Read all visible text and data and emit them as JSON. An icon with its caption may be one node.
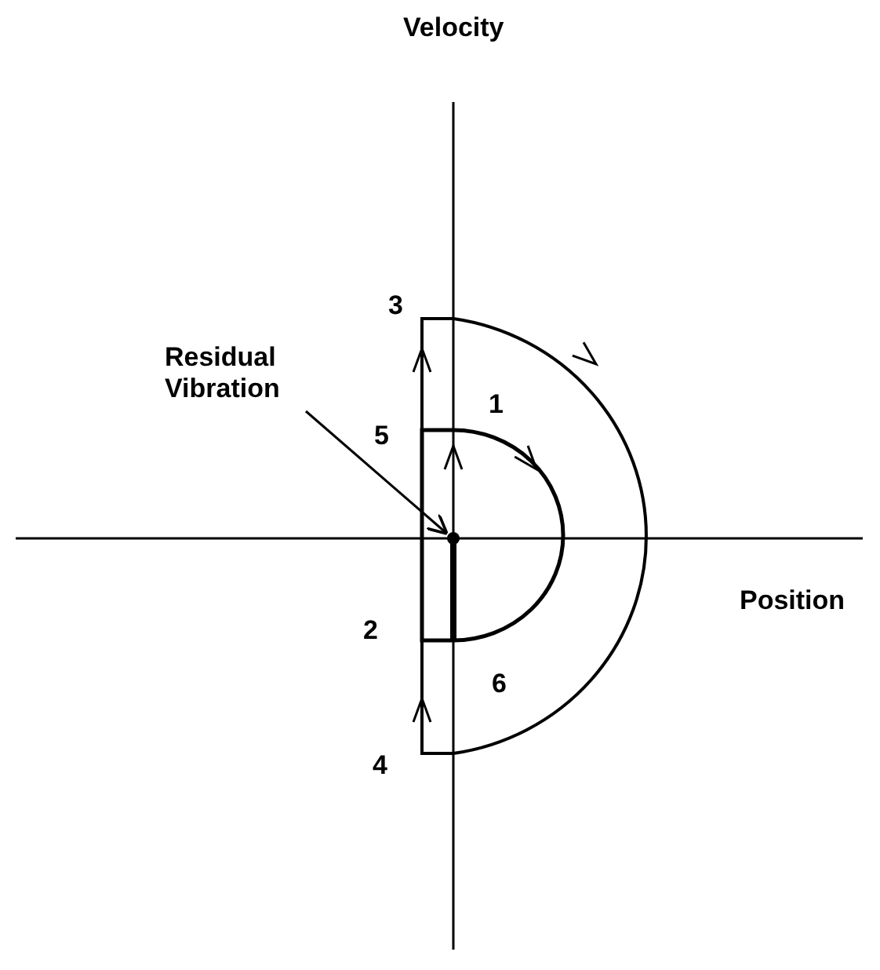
{
  "diagram": {
    "nodes": [
      {
        "text": [
          "Residual Vibration"
        ]
      },
      {
        "text": [],
        "shape": "point"
      }
    ],
    "edges": [
      {
        "from": 0,
        "to": 1,
        "arrow": "to"
      }
    ],
    "labels": [
      "Velocity",
      "3",
      "5",
      "1",
      "Position",
      "2",
      "6",
      "4"
    ]
  }
}
